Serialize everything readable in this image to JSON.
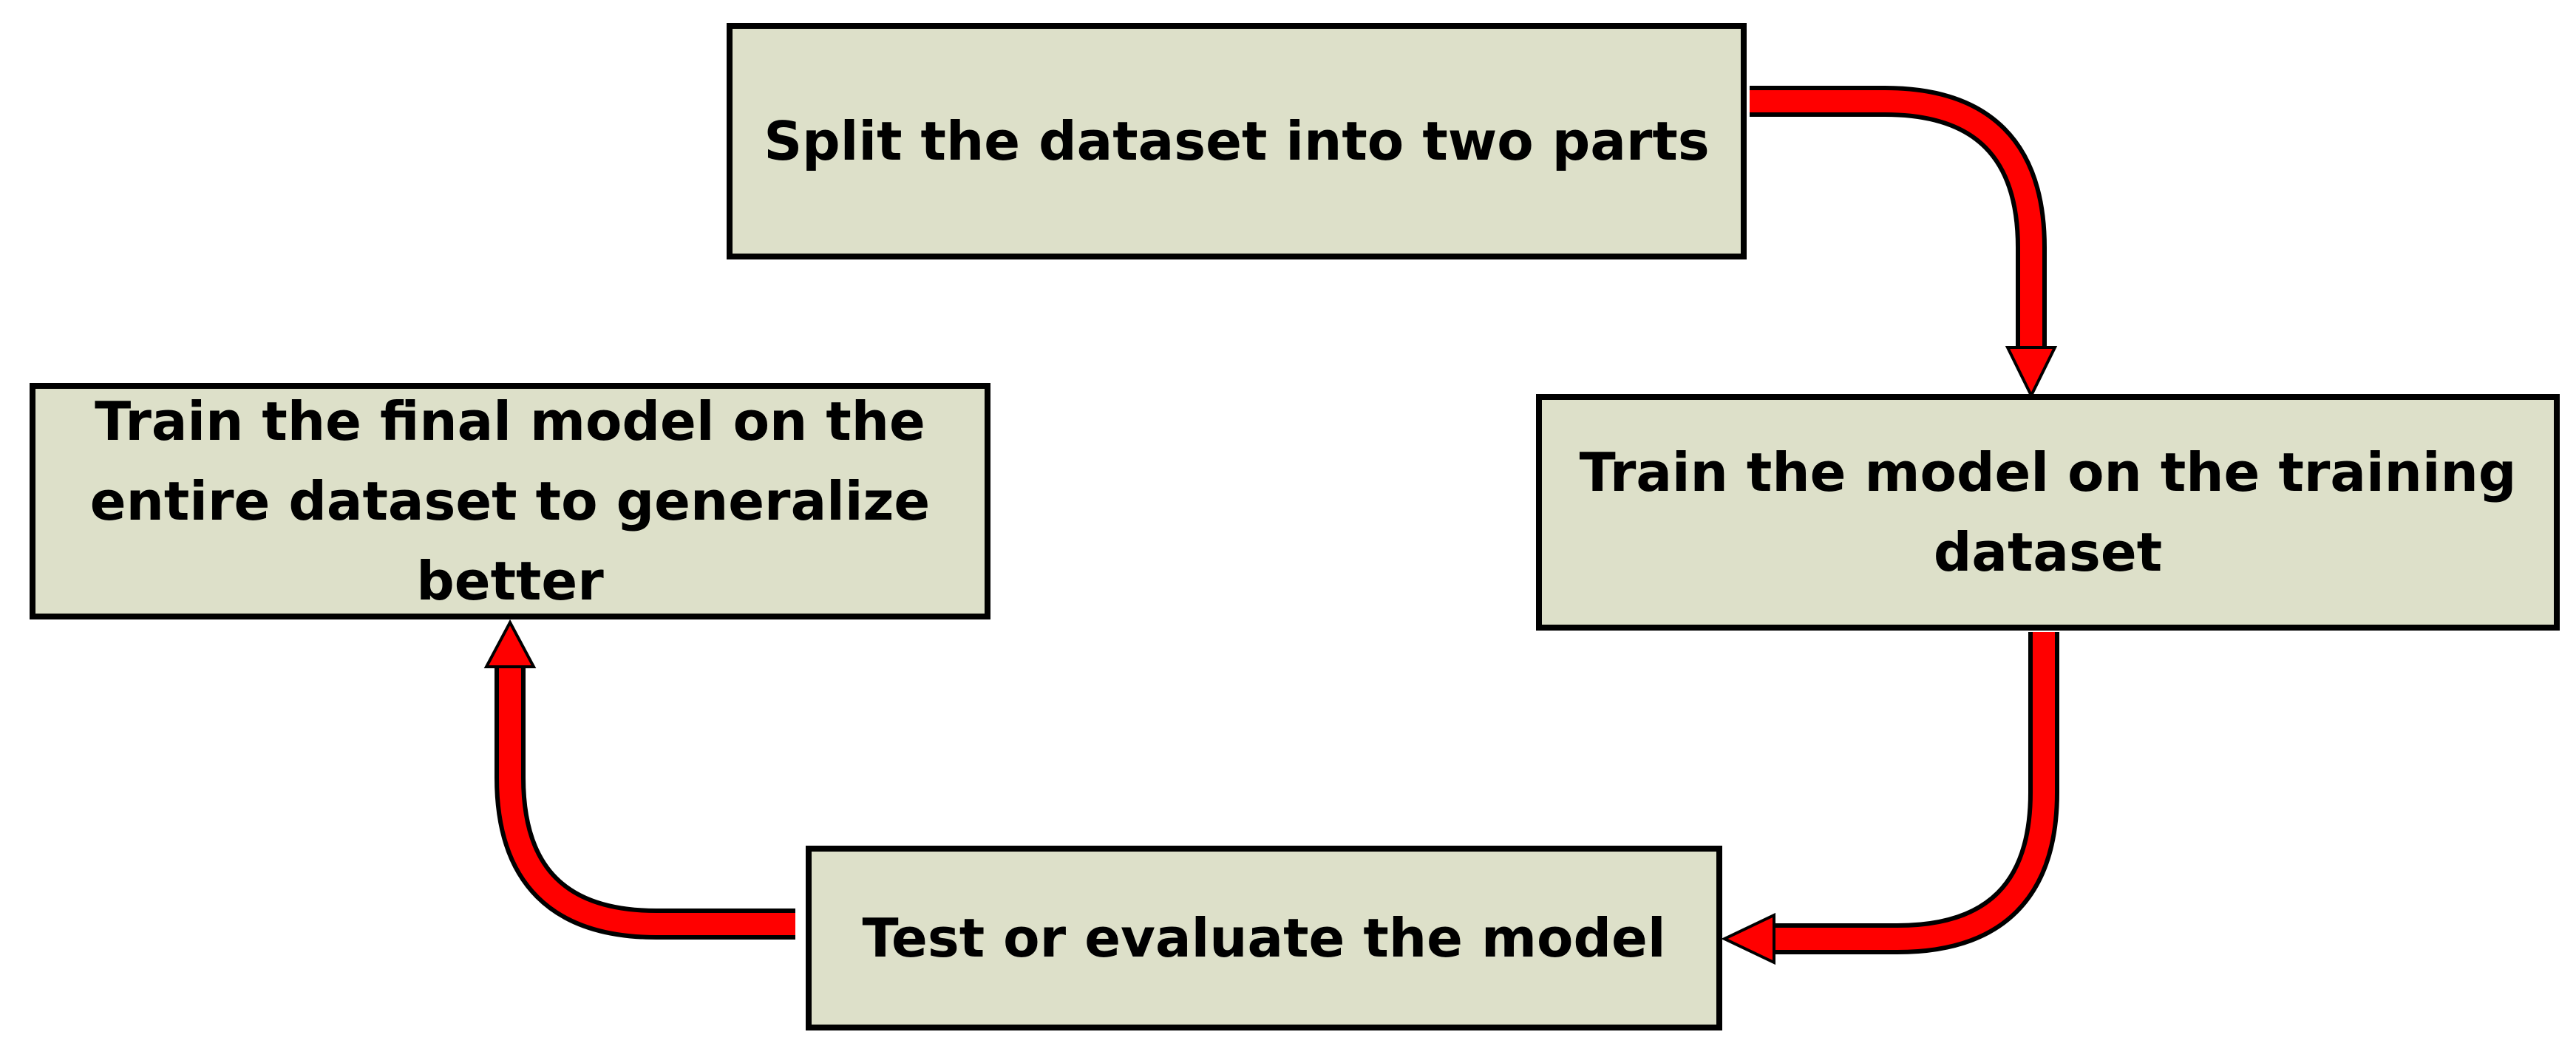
{
  "diagram": {
    "colors": {
      "box_fill": "#dde0c9",
      "box_border": "#000000",
      "arrow": "#ff0000"
    },
    "steps": [
      {
        "id": "split",
        "label": "Split the dataset into two parts"
      },
      {
        "id": "train",
        "label": "Train the model on the training dataset"
      },
      {
        "id": "test",
        "label": "Test or evaluate the model"
      },
      {
        "id": "final",
        "label": "Train the final model on the entire dataset to generalize better"
      }
    ],
    "flow": [
      {
        "from": "split",
        "to": "train"
      },
      {
        "from": "train",
        "to": "test"
      },
      {
        "from": "test",
        "to": "final"
      }
    ]
  }
}
